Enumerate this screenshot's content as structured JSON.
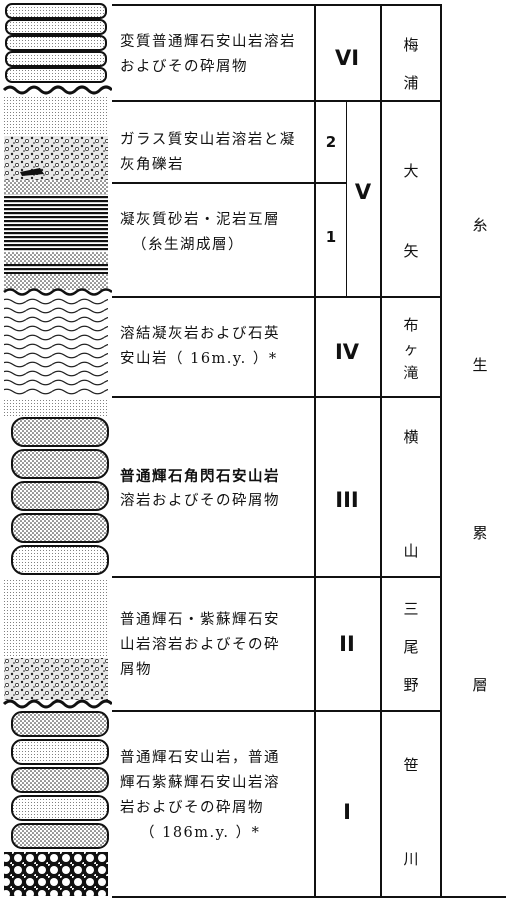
{
  "units": [
    {
      "roman": "VI",
      "lines": [
        "変質普通輝石安山岩溶岩",
        "およびその砕屑物"
      ],
      "locality": [
        "梅",
        "浦"
      ]
    },
    {
      "roman": "V",
      "lines": [
        "ガラス質安山岩溶岩と凝",
        "灰角礫岩"
      ],
      "sub": "2",
      "locality": [
        "大"
      ]
    },
    {
      "roman": "",
      "lines": [
        "凝灰質砂岩・泥岩互層",
        "（糸生湖成層）"
      ],
      "sub": "1",
      "locality": [
        "矢"
      ]
    },
    {
      "roman": "IV",
      "lines": [
        "溶結凝灰岩および石英",
        "安山岩（ 16m.y. ）*"
      ],
      "locality": [
        "布",
        "ヶ",
        "滝"
      ]
    },
    {
      "roman": "III",
      "lines": [
        "普通輝石角閃石安山岩",
        "溶岩およびその砕屑物"
      ],
      "locality": [
        "横",
        "山"
      ]
    },
    {
      "roman": "II",
      "lines": [
        "普通輝石・紫蘇輝石安",
        "山岩溶岩およびその砕",
        "屑物"
      ],
      "locality": [
        "三",
        "尾",
        "野"
      ]
    },
    {
      "roman": "I",
      "lines": [
        "普通輝石安山岩，普通",
        "輝石紫蘇輝石安山岩溶",
        "岩およびその砕屑物",
        "（ 186m.y. ）*"
      ],
      "locality": [
        "笹",
        "川"
      ]
    }
  ],
  "group": [
    "糸",
    "生",
    "累",
    "層"
  ]
}
